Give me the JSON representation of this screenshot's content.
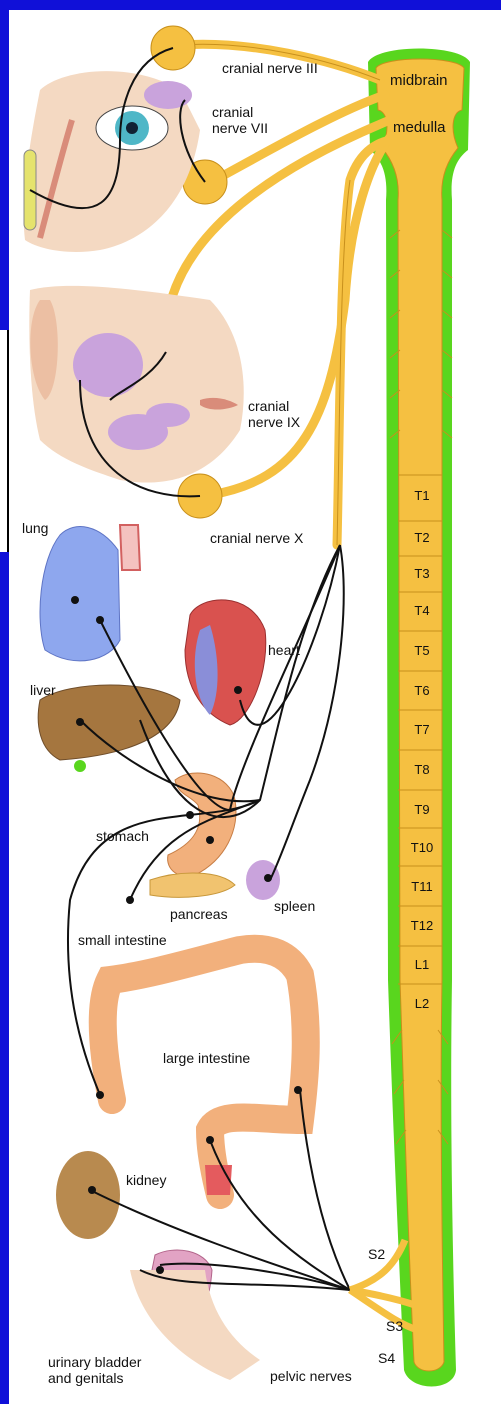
{
  "labels": {
    "cn3": "cranial nerve III",
    "cn7_a": "cranial",
    "cn7_b": "nerve VII",
    "midbrain": "midbrain",
    "medulla": "medulla",
    "cn9_a": "cranial",
    "cn9_b": "nerve IX",
    "cn10": "cranial nerve X",
    "lung": "lung",
    "heart": "heart",
    "liver": "liver",
    "stomach": "stomach",
    "pancreas": "pancreas",
    "spleen": "spleen",
    "small_intestine": "small intestine",
    "large_intestine": "large intestine",
    "kidney": "kidney",
    "bladder_a": "urinary bladder",
    "bladder_b": "and genitals",
    "pelvic": "pelvic nerves",
    "s2": "S2",
    "s3": "S3",
    "s4": "S4"
  },
  "segments": [
    "T1",
    "T2",
    "T3",
    "T4",
    "T5",
    "T6",
    "T7",
    "T8",
    "T9",
    "T10",
    "T11",
    "T12",
    "L1",
    "L2"
  ],
  "colors": {
    "frame": "#1010d8",
    "background": "#ffffff",
    "cord": "#f5c041",
    "cord_outline": "#c8901c",
    "cord_halo": "#59d61e",
    "nerve": "#111111",
    "skin": "#f4d9c2",
    "gland": "#c9a3dc",
    "lung": "#8ea7ee",
    "heart": "#d9524f",
    "liver": "#a5763f",
    "gut": "#f2b07c",
    "kidney": "#b88a4f"
  }
}
